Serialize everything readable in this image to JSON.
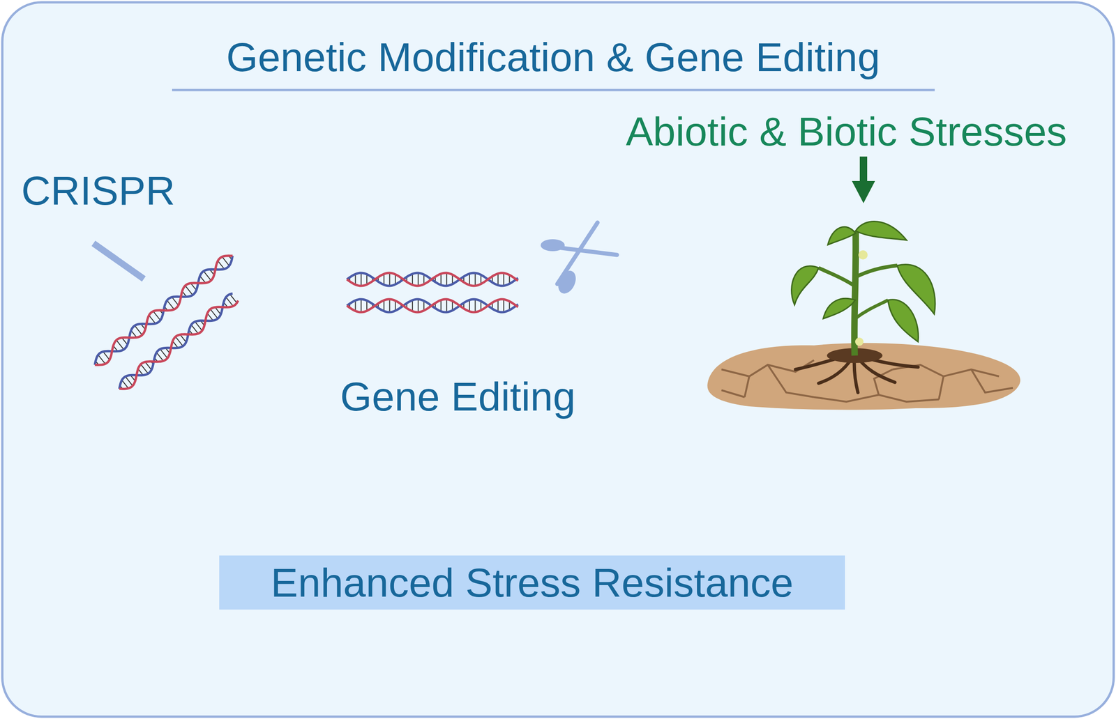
{
  "diagram": {
    "title": "Genetic Modification & Gene Editing",
    "nodes": [
      {
        "text": [
          "Enhanced Stress Resistance"
        ]
      }
    ],
    "labels": [
      "CRISPR",
      "Gene Editing",
      "Abiotic & Biotic Stresses"
    ]
  }
}
